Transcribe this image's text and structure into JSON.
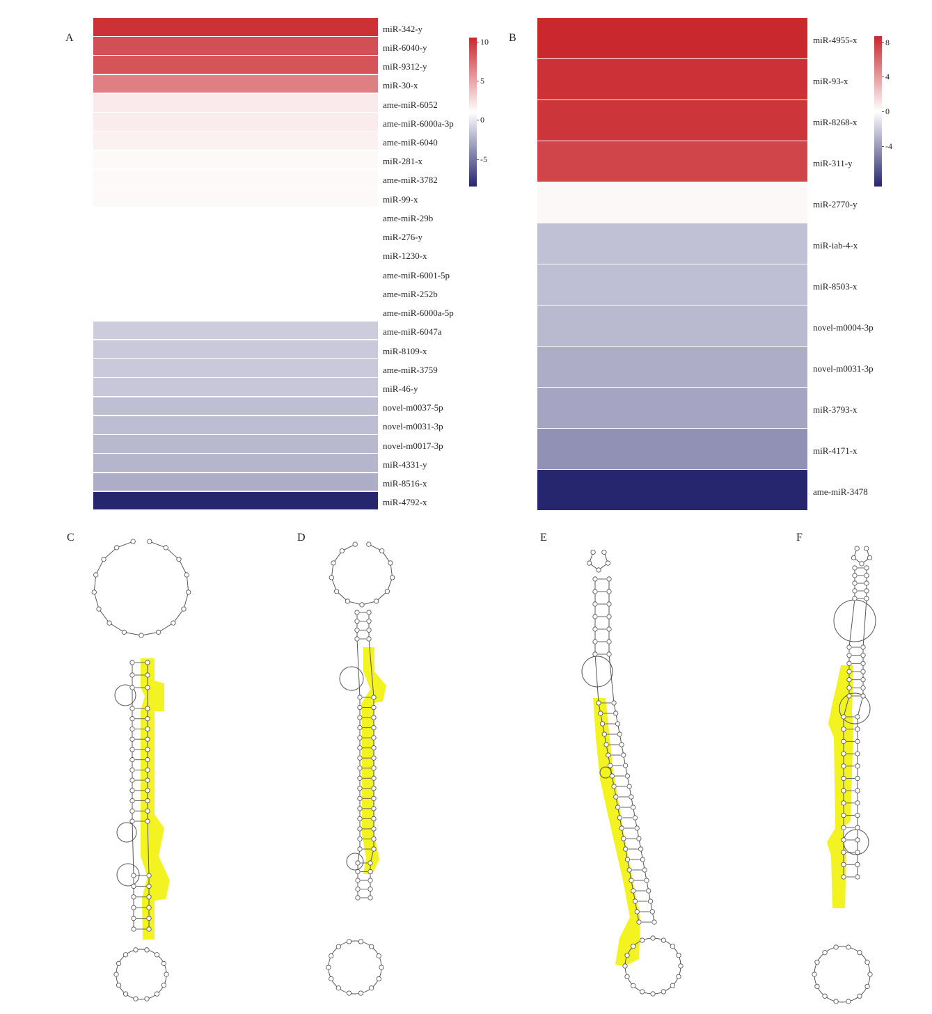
{
  "panels": {
    "a": "A",
    "b": "B",
    "c": "C",
    "d": "D",
    "e": "E",
    "f": "F"
  },
  "legend_a": {
    "ticks": [
      "10",
      "5",
      "0",
      "-5"
    ]
  },
  "legend_b": {
    "ticks": [
      "8",
      "4",
      "0",
      "-4"
    ]
  },
  "colors": {
    "high": "#c8272c",
    "mid": "#ffffff",
    "low": "#26266e",
    "highlight": "#f3f322"
  },
  "chart_data": [
    {
      "type": "heatmap",
      "panel": "A",
      "rows": [
        "miR-342-y",
        "miR-6040-y",
        "miR-9312-y",
        "miR-30-x",
        "ame-miR-6052",
        "ame-miR-6000a-3p",
        "ame-miR-6040",
        "miR-281-x",
        "ame-miR-3782",
        "miR-99-x",
        "ame-miR-29b",
        "miR-276-y",
        "miR-1230-x",
        "ame-miR-6001-5p",
        "ame-miR-252b",
        "ame-miR-6000a-5p",
        "ame-miR-6047a",
        "miR-8109-x",
        "ame-miR-3759",
        "miR-46-y",
        "novel-m0037-5p",
        "novel-m0031-3p",
        "novel-m0017-3p",
        "miR-4331-y",
        "miR-8516-x",
        "miR-4792-x"
      ],
      "values": [
        10,
        8.5,
        8.3,
        6.2,
        1.0,
        0.9,
        0.7,
        0.3,
        0.3,
        0.3,
        0,
        0,
        0,
        0,
        0,
        0,
        -2.0,
        -2.1,
        -2.1,
        -2.2,
        -2.5,
        -2.6,
        -2.8,
        -2.9,
        -3.2,
        -8.5
      ],
      "color_scale": {
        "min": -8.5,
        "max": 10.5,
        "ticks": [
          10,
          5,
          0,
          -5
        ]
      }
    },
    {
      "type": "heatmap",
      "panel": "B",
      "rows": [
        "miR-4955-x",
        "miR-93-x",
        "miR-8268-x",
        "miR-311-y",
        "miR-2770-y",
        "miR-iab-4-x",
        "miR-8503-x",
        "novel-m0004-3p",
        "novel-m0031-3p",
        "miR-3793-x",
        "miR-4171-x",
        "ame-miR-3478"
      ],
      "values": [
        8.6,
        8.3,
        8.1,
        7.5,
        0.3,
        -2.5,
        -2.6,
        -2.8,
        -3.3,
        -3.6,
        -4.4,
        -8.7
      ],
      "color_scale": {
        "min": -8.7,
        "max": 8.7,
        "ticks": [
          8,
          4,
          0,
          -4
        ]
      }
    }
  ]
}
